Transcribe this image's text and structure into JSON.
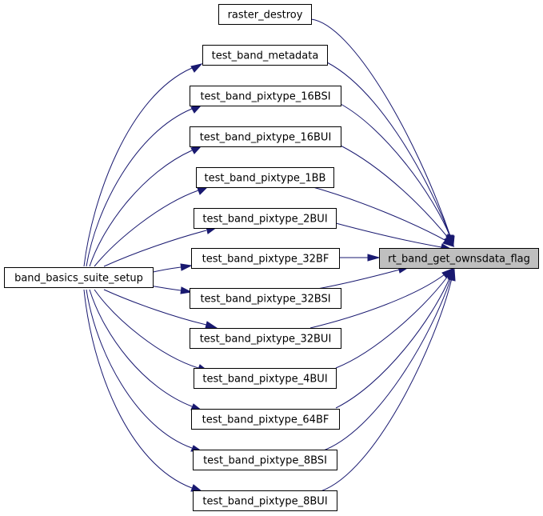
{
  "colors": {
    "edge": "#191970",
    "node_border": "#000000",
    "node_fill": "#ffffff",
    "focus_fill": "#bfbfbf"
  },
  "nodes": {
    "raster_destroy": "raster_destroy",
    "test_band_metadata": "test_band_metadata",
    "test_band_pixtype_16BSI": "test_band_pixtype_16BSI",
    "test_band_pixtype_16BUI": "test_band_pixtype_16BUI",
    "test_band_pixtype_1BB": "test_band_pixtype_1BB",
    "test_band_pixtype_2BUI": "test_band_pixtype_2BUI",
    "test_band_pixtype_32BF": "test_band_pixtype_32BF",
    "test_band_pixtype_32BSI": "test_band_pixtype_32BSI",
    "test_band_pixtype_32BUI": "test_band_pixtype_32BUI",
    "test_band_pixtype_4BUI": "test_band_pixtype_4BUI",
    "test_band_pixtype_64BF": "test_band_pixtype_64BF",
    "test_band_pixtype_8BSI": "test_band_pixtype_8BSI",
    "test_band_pixtype_8BUI": "test_band_pixtype_8BUI",
    "band_basics_suite_setup": "band_basics_suite_setup",
    "rt_band_get_ownsdata_flag": "rt_band_get_ownsdata_flag"
  },
  "edges": [
    {
      "from": "raster_destroy",
      "to": "rt_band_get_ownsdata_flag"
    },
    {
      "from": "test_band_metadata",
      "to": "rt_band_get_ownsdata_flag"
    },
    {
      "from": "test_band_pixtype_16BSI",
      "to": "rt_band_get_ownsdata_flag"
    },
    {
      "from": "test_band_pixtype_16BUI",
      "to": "rt_band_get_ownsdata_flag"
    },
    {
      "from": "test_band_pixtype_1BB",
      "to": "rt_band_get_ownsdata_flag"
    },
    {
      "from": "test_band_pixtype_2BUI",
      "to": "rt_band_get_ownsdata_flag"
    },
    {
      "from": "test_band_pixtype_32BF",
      "to": "rt_band_get_ownsdata_flag"
    },
    {
      "from": "test_band_pixtype_32BSI",
      "to": "rt_band_get_ownsdata_flag"
    },
    {
      "from": "test_band_pixtype_32BUI",
      "to": "rt_band_get_ownsdata_flag"
    },
    {
      "from": "test_band_pixtype_4BUI",
      "to": "rt_band_get_ownsdata_flag"
    },
    {
      "from": "test_band_pixtype_64BF",
      "to": "rt_band_get_ownsdata_flag"
    },
    {
      "from": "test_band_pixtype_8BSI",
      "to": "rt_band_get_ownsdata_flag"
    },
    {
      "from": "test_band_pixtype_8BUI",
      "to": "rt_band_get_ownsdata_flag"
    },
    {
      "from": "band_basics_suite_setup",
      "to": "test_band_metadata"
    },
    {
      "from": "band_basics_suite_setup",
      "to": "test_band_pixtype_16BSI"
    },
    {
      "from": "band_basics_suite_setup",
      "to": "test_band_pixtype_16BUI"
    },
    {
      "from": "band_basics_suite_setup",
      "to": "test_band_pixtype_1BB"
    },
    {
      "from": "band_basics_suite_setup",
      "to": "test_band_pixtype_2BUI"
    },
    {
      "from": "band_basics_suite_setup",
      "to": "test_band_pixtype_32BF"
    },
    {
      "from": "band_basics_suite_setup",
      "to": "test_band_pixtype_32BSI"
    },
    {
      "from": "band_basics_suite_setup",
      "to": "test_band_pixtype_32BUI"
    },
    {
      "from": "band_basics_suite_setup",
      "to": "test_band_pixtype_4BUI"
    },
    {
      "from": "band_basics_suite_setup",
      "to": "test_band_pixtype_64BF"
    },
    {
      "from": "band_basics_suite_setup",
      "to": "test_band_pixtype_8BSI"
    },
    {
      "from": "band_basics_suite_setup",
      "to": "test_band_pixtype_8BUI"
    }
  ]
}
